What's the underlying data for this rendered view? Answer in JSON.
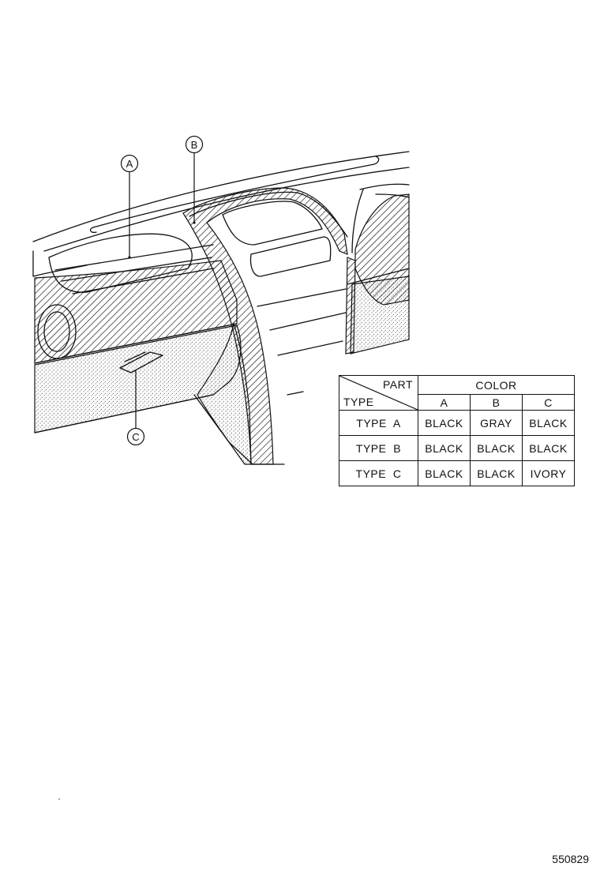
{
  "callouts": {
    "a": "A",
    "b": "B",
    "c": "C"
  },
  "table": {
    "corner_part": "PART",
    "corner_type": "TYPE",
    "color_header": "COLOR",
    "parts": [
      "A",
      "B",
      "C"
    ],
    "rows": [
      {
        "type": "TYPE  A",
        "colors": [
          "BLACK",
          "GRAY",
          "BLACK"
        ]
      },
      {
        "type": "TYPE  B",
        "colors": [
          "BLACK",
          "BLACK",
          "BLACK"
        ]
      },
      {
        "type": "TYPE  C",
        "colors": [
          "BLACK",
          "BLACK",
          "IVORY"
        ]
      }
    ]
  },
  "diagram_code": "550829"
}
